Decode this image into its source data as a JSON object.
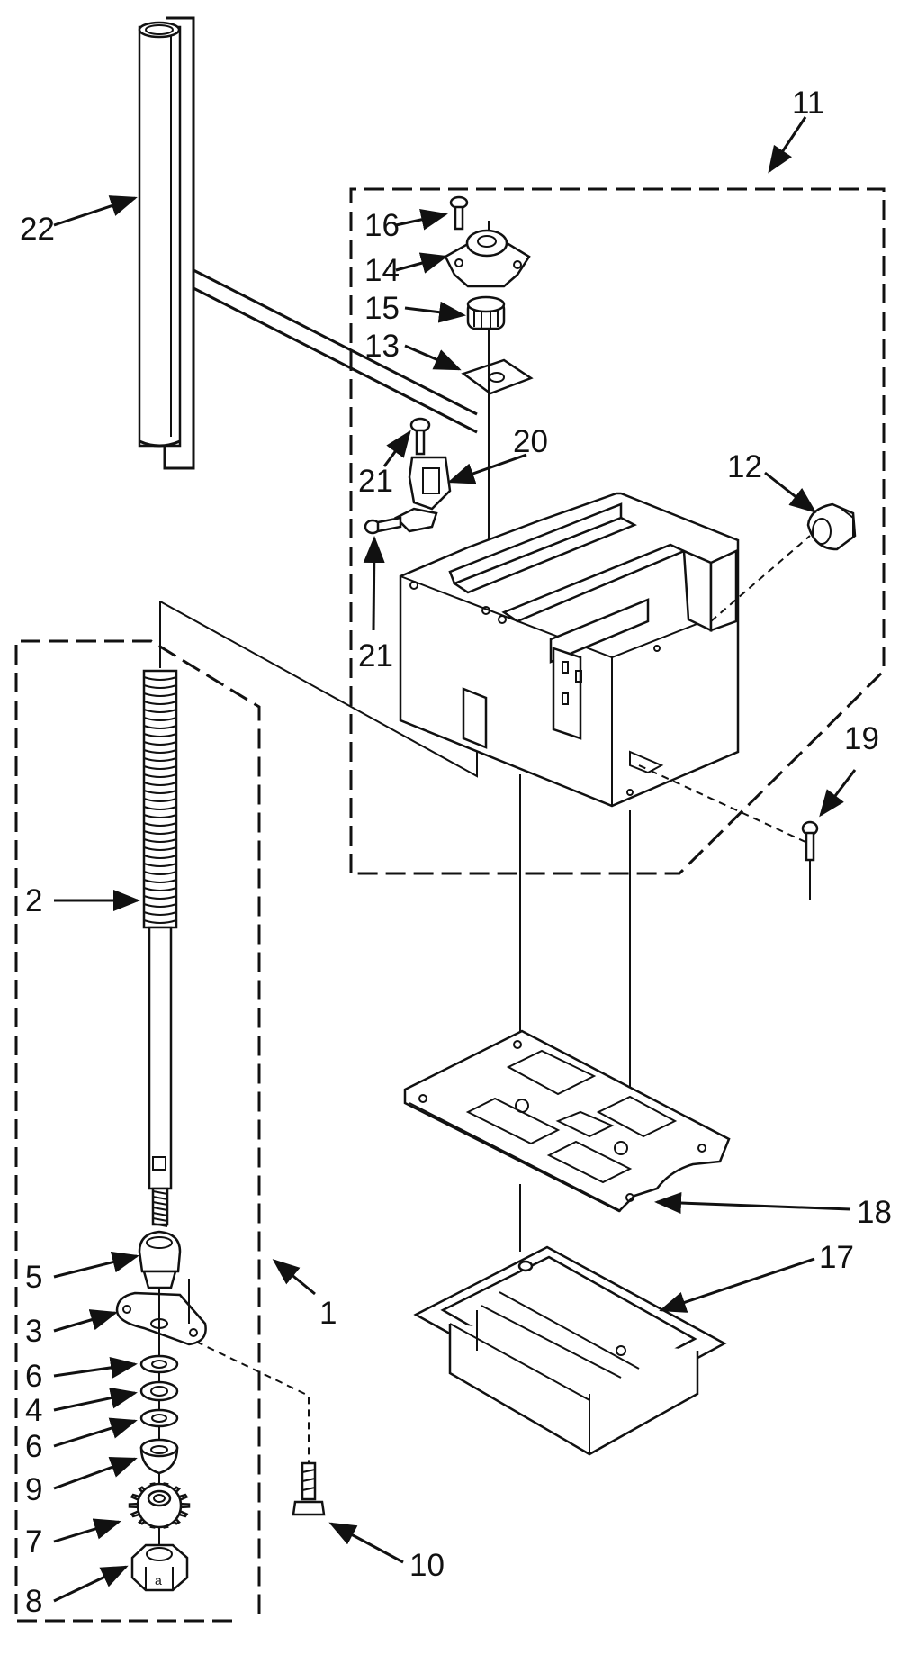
{
  "callouts": [
    "1",
    "2",
    "3",
    "4",
    "5",
    "6",
    "6",
    "7",
    "8",
    "9",
    "10",
    "11",
    "12",
    "13",
    "14",
    "15",
    "16",
    "17",
    "18",
    "19",
    "20",
    "21",
    "21",
    "22"
  ]
}
